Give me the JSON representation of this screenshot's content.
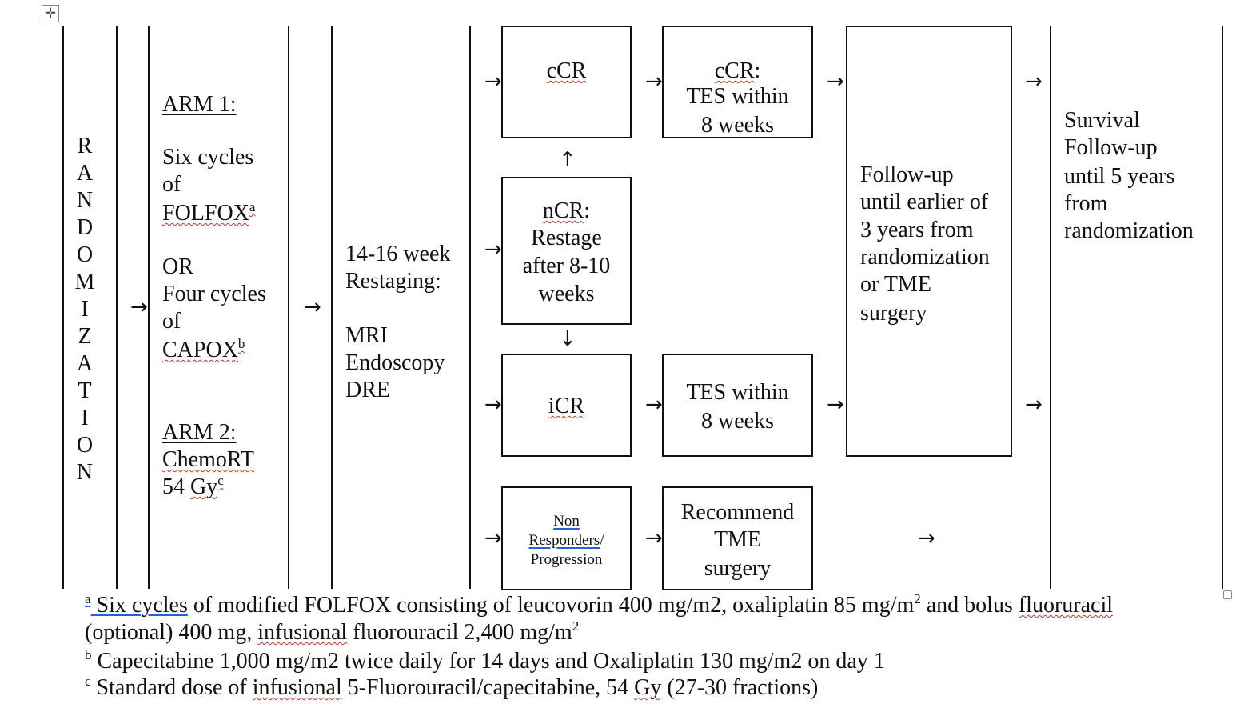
{
  "table_move_handle_icon": "move-cross-icon",
  "randomization_letters": [
    "R",
    "A",
    "N",
    "D",
    "O",
    "M",
    "I",
    "Z",
    "A",
    "T",
    "I",
    "O",
    "N"
  ],
  "arm1": {
    "title": "ARM 1:",
    "line1": "Six cycles",
    "line2": "of",
    "folfox": "FOLFOX",
    "folfox_sup": "a",
    "or": "OR",
    "line4": "Four cycles",
    "line5": "of",
    "capox": "CAPOX",
    "capox_sup": "b"
  },
  "arm2": {
    "title": "ARM 2:",
    "chemort": "ChemoRT",
    "dose": "54 ",
    "gy": "Gy",
    "gy_sup": "c"
  },
  "restaging": {
    "line1": "14-16 week",
    "line2": "Restaging:",
    "items": [
      "MRI",
      "Endoscopy",
      "DRE"
    ]
  },
  "boxes": {
    "ccr": "cCR",
    "ncr_label": "nCR",
    "ncr_colon": ":",
    "ncr_lines": [
      "Restage",
      "after 8-10",
      "weeks"
    ],
    "icr": "iCR",
    "non_responders": [
      "Non",
      "Responders",
      "/",
      "Progression"
    ],
    "ccr_tes_label": "cCR",
    "ccr_tes_colon": ":",
    "ccr_tes_lines": [
      "TES within",
      "8 weeks"
    ],
    "tes_lines": [
      "TES within",
      "8 weeks"
    ],
    "recommend_lines": [
      "Recommend",
      "TME",
      "surgery"
    ],
    "followup_lines": [
      "Follow-up",
      "until earlier of",
      "3 years from",
      "randomization",
      "or TME",
      "surgery"
    ]
  },
  "survival_lines": [
    "Survival",
    "Follow-up",
    "until 5 years",
    "from",
    "randomization"
  ],
  "arrows": {
    "right": "→",
    "up": "↑",
    "down": "↓"
  },
  "footnotes": {
    "a_sup": "a",
    "a_six_cycles": " Six cycles",
    "a_text1": " of modified FOLFOX consisting of leucovorin 400 mg/m2, oxaliplatin 85 mg/m",
    "a_sq": "2",
    "a_text2": " and bolus ",
    "a_fluoruracil": "fluoruracil",
    "a_line2_1": "(optional) 400 mg, ",
    "a_infusional": "infusional",
    "a_line2_2": " fluorouracil 2,400 mg/m",
    "a_line2_sq": "2",
    "b_sup": "b",
    "b_text": " Capecitabine 1,000 mg/m2 twice daily for 14 days and Oxaliplatin 130 mg/m2 on day 1",
    "c_sup": "c",
    "c_text1": " Standard dose of ",
    "c_infusional": "infusional",
    "c_text2": " 5-Fluorouracil/capecitabine, 54 ",
    "c_gy": "Gy",
    "c_text3": " (27-30 fractions)"
  }
}
